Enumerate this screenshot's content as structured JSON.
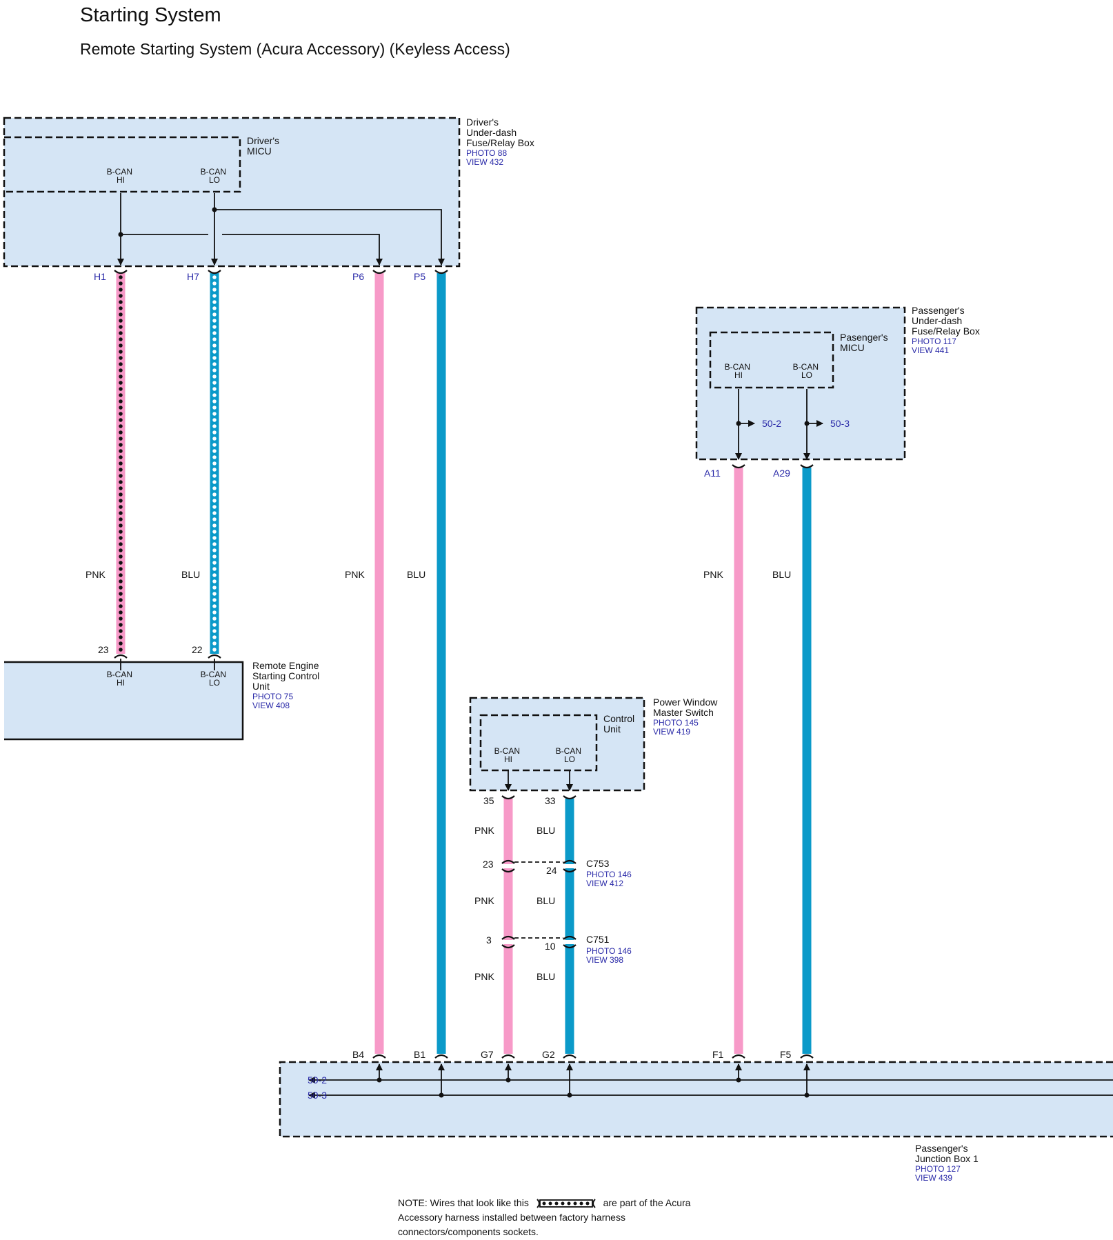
{
  "header": {
    "title": "Starting System",
    "subtitle": "Remote Starting System (Acura Accessory) (Keyless Access)"
  },
  "colors": {
    "box_fill": "#d5e5f5",
    "pink_wire": "#f79ac8",
    "blue_wire": "#0b9ac9",
    "ref_text": "#2a2aa8"
  },
  "driver_box": {
    "name_lines": [
      "Driver's",
      "Under-dash",
      "Fuse/Relay Box"
    ],
    "photo": "PHOTO 88",
    "view": "VIEW 432",
    "micu": {
      "name_lines": [
        "Driver's",
        "MICU"
      ],
      "hi_lines": [
        "B-CAN",
        "HI"
      ],
      "lo_lines": [
        "B-CAN",
        "LO"
      ]
    },
    "pins": [
      "H1",
      "H7",
      "P6",
      "P5"
    ]
  },
  "remote_unit": {
    "name_lines": [
      "Remote Engine",
      "Starting Control",
      "Unit"
    ],
    "photo": "PHOTO 75",
    "view": "VIEW 408",
    "hi_lines": [
      "B-CAN",
      "HI"
    ],
    "lo_lines": [
      "B-CAN",
      "LO"
    ],
    "pins": [
      "23",
      "22"
    ]
  },
  "passenger_box": {
    "name_lines": [
      "Passenger's",
      "Under-dash",
      "Fuse/Relay Box"
    ],
    "photo": "PHOTO 117",
    "view": "VIEW 441",
    "micu": {
      "name_lines": [
        "Pasenger's",
        "MICU"
      ],
      "hi_lines": [
        "B-CAN",
        "HI"
      ],
      "lo_lines": [
        "B-CAN",
        "LO"
      ]
    },
    "refs": [
      "50-2",
      "50-3"
    ],
    "pins": [
      "A11",
      "A29"
    ]
  },
  "power_window": {
    "name_lines": [
      "Power Window",
      "Master Switch"
    ],
    "photo": "PHOTO 145",
    "view": "VIEW 419",
    "control_unit_lines": [
      "Control",
      "Unit"
    ],
    "hi_lines": [
      "B-CAN",
      "HI"
    ],
    "lo_lines": [
      "B-CAN",
      "LO"
    ],
    "pins": [
      "35",
      "33"
    ]
  },
  "connectors": [
    {
      "name": "C753",
      "photo": "PHOTO 146",
      "view": "VIEW 412",
      "pink_pin": "23",
      "blue_pin": "24"
    },
    {
      "name": "C751",
      "photo": "PHOTO 146",
      "view": "VIEW 398",
      "pink_pin": "3",
      "blue_pin": "10"
    }
  ],
  "junction_box": {
    "name_lines": [
      "Passenger's",
      "Junction Box 1"
    ],
    "photo": "PHOTO 127",
    "view": "VIEW 439",
    "pins": [
      "B4",
      "B1",
      "G7",
      "G2",
      "F1",
      "F5"
    ],
    "refs": [
      "50-2",
      "50-3"
    ]
  },
  "wires": {
    "pnk": "PNK",
    "blu": "BLU"
  },
  "note": {
    "before": "NOTE: Wires that look like this",
    "after": "are part of the Acura Accessory harness installed between factory harness connectors/components sockets."
  }
}
